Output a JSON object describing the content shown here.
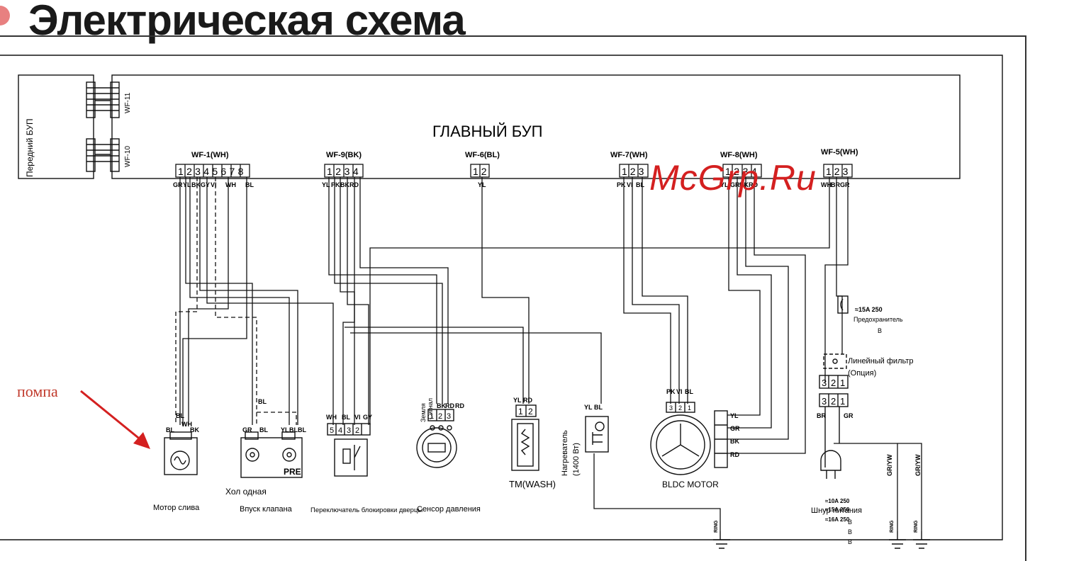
{
  "page": {
    "title": "Электрическая схема"
  },
  "watermark": "McGrp.Ru",
  "annotation": {
    "pump": "помпа"
  },
  "boards": {
    "front": "Передний БУП",
    "front_connectors": [
      "WF-11",
      "WF-10"
    ],
    "main": "ГЛАВНЫЙ БУП"
  },
  "connectors": [
    {
      "name": "WF-1(WH)",
      "pins": "1234|5678",
      "wires": [
        "GR",
        "YL",
        "BK",
        "GY",
        "VI",
        "WH",
        "BL"
      ]
    },
    {
      "name": "WF-9(BK)",
      "pins": "1234",
      "wires": [
        "YL",
        "PK",
        "BK",
        "RD"
      ]
    },
    {
      "name": "WF-6(BL)",
      "pins": "12",
      "wires": [
        "YL"
      ]
    },
    {
      "name": "WF-7(WH)",
      "pins": "123",
      "wires": [
        "PK",
        "VI",
        "BL"
      ]
    },
    {
      "name": "WF-8(WH)",
      "pins": "1234",
      "wires": [
        "YL",
        "GR",
        "BK",
        "RD"
      ]
    },
    {
      "name": "WF-5(WH)",
      "pins": "123",
      "wires": [
        "WH",
        "BR",
        "GR"
      ]
    }
  ],
  "components": {
    "drain_motor": {
      "label": "Мотор слива",
      "wires": [
        "BL",
        "WH",
        "BK",
        "BL"
      ]
    },
    "inlet_valve": {
      "label_top": "Хол одная",
      "label": "Впуск клапана",
      "wires": [
        "BL",
        "GR",
        "BL",
        "YL",
        "BL",
        "BL"
      ],
      "pre": "PRE"
    },
    "door_lock": {
      "label": "Переключатель блокировки дверцы",
      "wires": [
        "WH",
        "BL",
        "VI",
        "GY"
      ],
      "pins": [
        "5",
        "4",
        "3",
        "2"
      ]
    },
    "pressure_sensor": {
      "label": "Сенсор давления",
      "side_label_1": "Земля",
      "side_label_2": "Сигнал",
      "wires": [
        "BK",
        "RD",
        "RD"
      ],
      "pins": [
        "1",
        "2",
        "3"
      ]
    },
    "tm_wash": {
      "label": "TM(WASH)",
      "wires": [
        "YL",
        "RD"
      ],
      "pins": [
        "1",
        "2"
      ]
    },
    "heater": {
      "label": "Нагреватель",
      "power": "(1400 Вт)",
      "wires": [
        "YL",
        "BL"
      ]
    },
    "motor": {
      "label": "BLDC MOTOR",
      "wires": [
        "PK",
        "VI",
        "BL"
      ],
      "pins": [
        "3",
        "2",
        "1"
      ],
      "phase_wires": [
        "YL",
        "GR",
        "BK",
        "RD"
      ]
    },
    "fuse": {
      "rating": "≈15A 250",
      "label": "Предохранитель",
      "suffix": "В"
    },
    "line_filter": {
      "label": "Линейный фильтр",
      "note": "(Опция)",
      "pins": [
        "3",
        "2",
        "1"
      ]
    },
    "power_cord": {
      "label": "Шнур питания",
      "wires": [
        "BR",
        "GR"
      ],
      "ratings": [
        "≈10A 250",
        "≈15A 250",
        "≈16A 250"
      ],
      "suffix": "В"
    },
    "ground_wire": "GR/YW",
    "ring_label": "RING"
  }
}
